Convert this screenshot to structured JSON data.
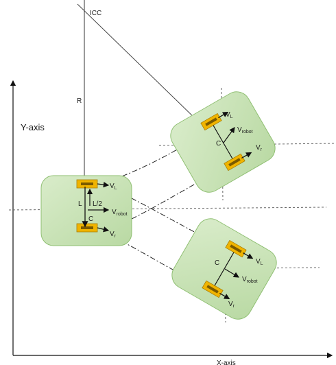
{
  "labels": {
    "icc": "ICC",
    "r": "R",
    "y_axis": "Y-axis",
    "x_axis": "X-axis",
    "l": "L",
    "l_half": "L/2",
    "c": "C",
    "v": "V",
    "sub_l": "L",
    "sub_r": "r",
    "sub_robot": "robot"
  },
  "colors": {
    "robot_fill": "#c9e2b8",
    "robot_stroke": "#8fbf72",
    "wheel_fill": "#f0b400",
    "wheel_stroke": "#a67c00"
  }
}
